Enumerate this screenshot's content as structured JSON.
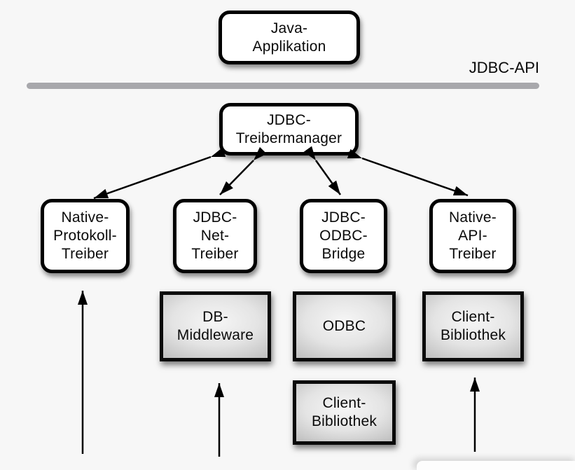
{
  "api_label": "JDBC-API",
  "boxes": {
    "java_app": "Java-\nApplikation",
    "driver_manager": "JDBC-\nTreibermanager",
    "native_protocol": "Native-\nProtokoll-\nTreiber",
    "jdbc_net": "JDBC-\nNet-\nTreiber",
    "jdbc_odbc": "JDBC-\nODBC-\nBridge",
    "native_api": "Native-\nAPI-\nTreiber",
    "db_middleware": "DB-\nMiddleware",
    "odbc": "ODBC",
    "client_lib_center": "Client-\nBibliothek",
    "client_lib_right": "Client-\nBibliothek"
  },
  "colors": {
    "background": "#f7f7f7",
    "box_border": "#000000",
    "white_box_fill": "#ffffff",
    "gray_box_fill_center": "#f6f6f6",
    "gray_box_fill_edge": "#c3c3c3",
    "divider_line": "#a8a8ac",
    "arrow": "#000000",
    "text": "#0a0a0a"
  }
}
